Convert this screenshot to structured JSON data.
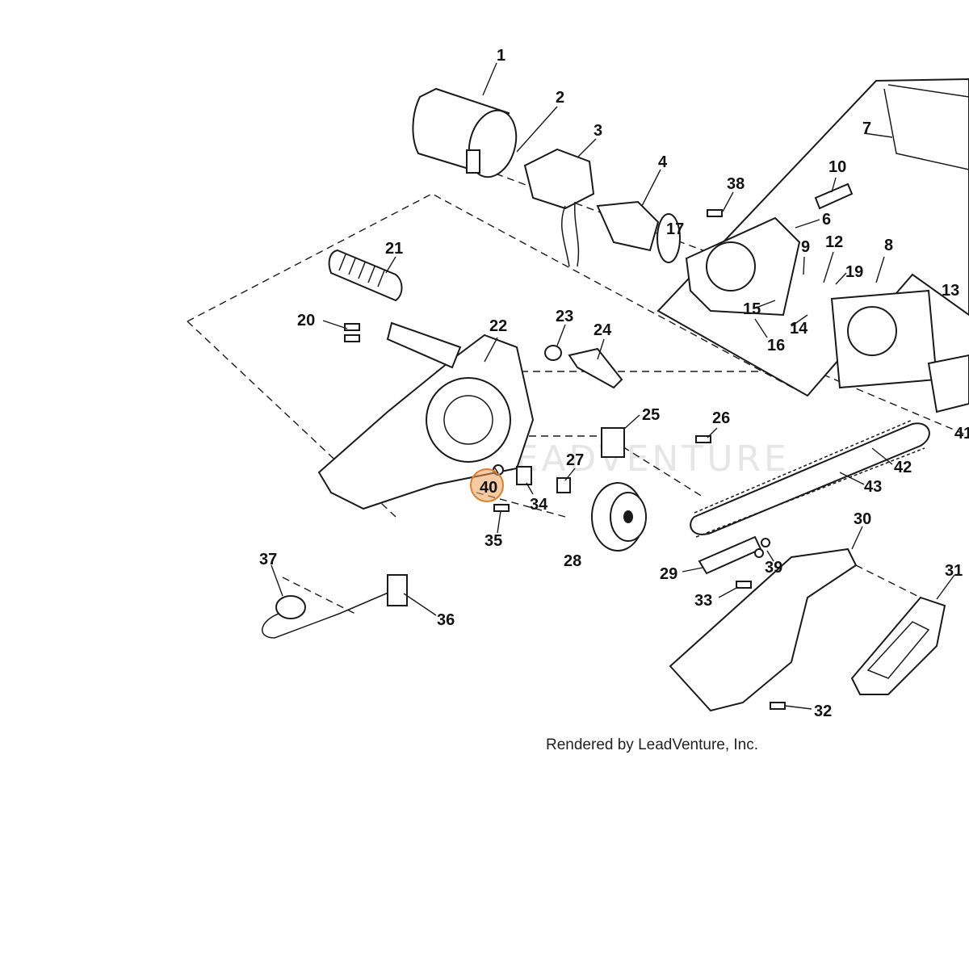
{
  "diagram": {
    "callouts": [
      "1",
      "2",
      "3",
      "4",
      "6",
      "7",
      "8",
      "9",
      "10",
      "12",
      "13",
      "14",
      "15",
      "16",
      "17",
      "19",
      "20",
      "21",
      "22",
      "23",
      "24",
      "25",
      "26",
      "27",
      "28",
      "29",
      "30",
      "31",
      "32",
      "33",
      "34",
      "35",
      "36",
      "37",
      "38",
      "39",
      "40",
      "41",
      "42",
      "43"
    ],
    "highlighted_callout": "40",
    "highlight_color": "#ef9f55",
    "watermark": "LEADVENTURE",
    "credit": "Rendered by LeadVenture, Inc."
  }
}
